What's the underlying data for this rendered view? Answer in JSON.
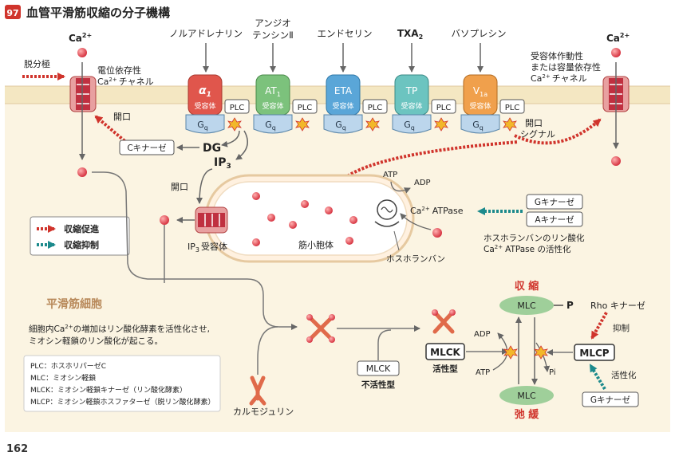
{
  "header": {
    "number": "97",
    "title": "血管平滑筋収縮の分子機構"
  },
  "ligands": [
    "ノルアドレナリン",
    "アンジオ",
    "テンシンⅡ",
    "エンドセリン",
    "TXA",
    "2",
    "バソプレシン"
  ],
  "receptors": {
    "alpha": "α",
    "alpha_sub": "1",
    "at": "AT",
    "at_sub": "1",
    "eta": "ETA",
    "tp": "TP",
    "v": "V",
    "v_sub": "1a",
    "label": "受容体"
  },
  "gq": {
    "g": "G",
    "q": "q"
  },
  "plc": "PLC",
  "ca": {
    "base": "Ca",
    "sup": "2+"
  },
  "left_side": {
    "depolarization": "脱分極",
    "vdcc_1": "電位依存性",
    "vdcc_2_rest": "チャネル",
    "open": "開口"
  },
  "right_side": {
    "roc_1": "受容体作動性",
    "roc_2": "または容量依存性",
    "roc_3_rest": "チャネル",
    "open_signal_1": "開口",
    "open_signal_2": "シグナル"
  },
  "dg": "DG",
  "ip3": {
    "base": "IP",
    "sub": "3"
  },
  "c_kinase": "Cキナーゼ",
  "open_ip3": "開口",
  "sr": {
    "label": "筋小胞体",
    "ip3_receptor_rest": "受容体",
    "atp": "ATP",
    "adp": "ADP",
    "atpase_rest": "ATPase",
    "phospholamban": "ホスホランバン"
  },
  "kinases_right": {
    "g": "Gキナーゼ",
    "a": "Aキナーゼ"
  },
  "phospho_note_1": "ホスホランバンのリン酸化",
  "phospho_note_2_rest": "ATPase の活性化",
  "legend": {
    "promote": "収縮促進",
    "inhibit": "収縮抑制"
  },
  "cell_label": "平滑筋細胞",
  "cell_note_1_a": "細胞内",
  "cell_note_1_b": "の増加はリン酸化酵素を活性化させ,",
  "cell_note_2": "ミオシン軽鎖のリン酸化が起こる。",
  "glossary": [
    "PLC：ホスホリパーゼC",
    "MLC：ミオシン軽鎖",
    "MLCK：ミオシン軽鎖キナーゼ（リン酸化酵素）",
    "MLCP：ミオシン軽鎖ホスファターゼ（脱リン酸化酵素）"
  ],
  "calmodulin": "カルモジュリン",
  "mlck": {
    "name": "MLCK",
    "inactive": "不活性型",
    "active": "活性型"
  },
  "mlc": {
    "name": "MLC",
    "p": "P",
    "contraction": "収 縮",
    "relaxation": "弛 緩",
    "adp": "ADP",
    "atp": "ATP",
    "pi": "Pi"
  },
  "mlcp": {
    "name": "MLCP",
    "rho": "Rho キナーゼ",
    "inhibit": "抑制",
    "activate": "活性化",
    "g_kinase": "Gキナーゼ"
  },
  "page_number": "162",
  "colors": {
    "accent_red": "#d0342c",
    "teal": "#1c8a8c",
    "membrane": "#f4e7c2",
    "cell_bg": "#fbf4e2",
    "mlc_green": "#9fcf9a",
    "gq_blue": "#bcd6ec",
    "receptor_alpha": "#e0564c",
    "receptor_at": "#7cc27c",
    "receptor_eta": "#5aa6d8",
    "receptor_tp": "#6cc4c0",
    "receptor_v": "#f0a04c"
  }
}
